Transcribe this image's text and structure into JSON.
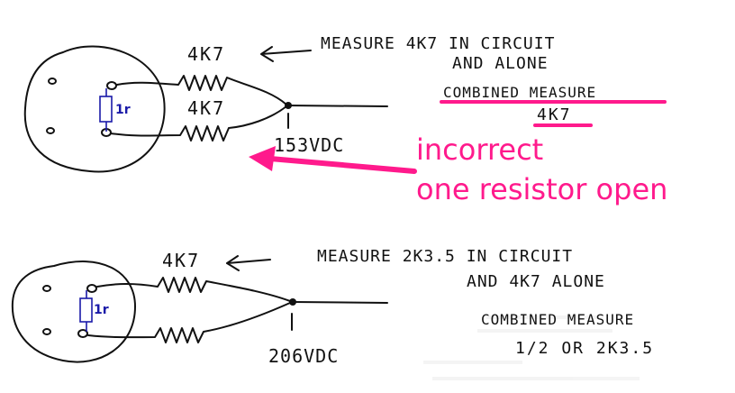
{
  "top_circuit": {
    "resistor_upper_label": "4K7",
    "resistor_lower_label": "4K7",
    "inner_resistor_label": "1r",
    "voltage_label": "153VDC",
    "note_line1": "MEASURE 4K7 IN CIRCUIT",
    "note_line2": "AND ALONE",
    "combined_label": "COMBINED MEASURE",
    "combined_value": "4K7"
  },
  "annotation": {
    "line1": "incorrect",
    "line2": "one resistor open",
    "color": "#ff1a8c"
  },
  "bottom_circuit": {
    "resistor_upper_label": "4K7",
    "inner_resistor_label": "1r",
    "voltage_label": "206VDC",
    "note_line1": "MEASURE 2K3.5 IN CIRCUIT",
    "note_line2": "AND 4K7 ALONE",
    "combined_label": "COMBINED MEASURE",
    "combined_value": "1/2 OR 2K3.5"
  }
}
